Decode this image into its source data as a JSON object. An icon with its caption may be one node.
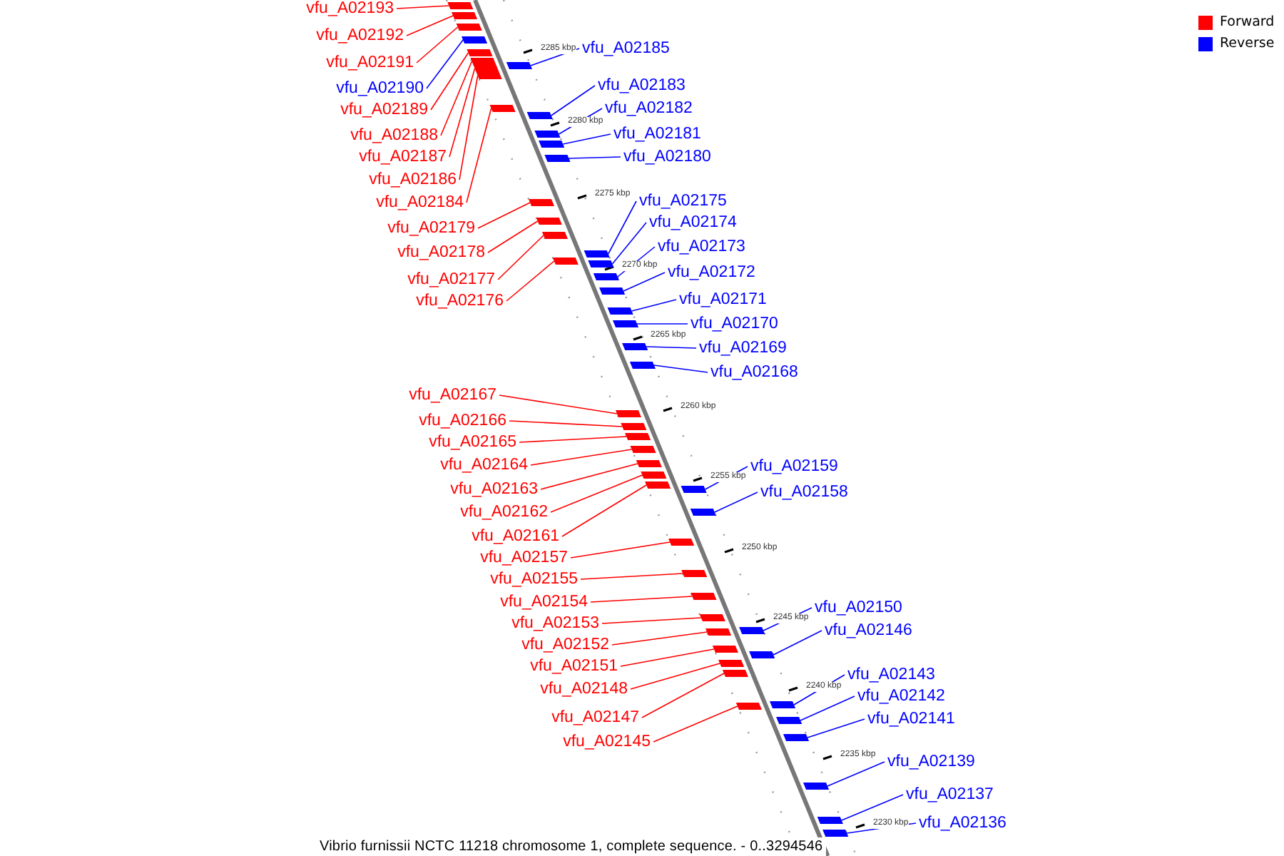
{
  "diagram": {
    "caption": "Vibrio furnissii NCTC 11218 chromosome 1, complete sequence. - 0..3294546",
    "nodes": [
      {
        "text": [
          "vfu_A02193"
        ]
      },
      {
        "text": [
          "vfu_A02192"
        ]
      },
      {
        "text": [
          "vfu_A02191"
        ]
      },
      {
        "text": [
          "vfu_A02190"
        ]
      },
      {
        "text": [
          "vfu_A02189"
        ]
      },
      {
        "text": [
          "vfu_A02188"
        ]
      },
      {
        "text": [
          "vfu_A02187"
        ]
      },
      {
        "text": [
          "vfu_A02186"
        ]
      },
      {
        "text": [
          "vfu_A02184"
        ]
      },
      {
        "text": [
          "vfu_A02179"
        ]
      },
      {
        "text": [
          "vfu_A02178"
        ]
      },
      {
        "text": [
          "vfu_A02177"
        ]
      },
      {
        "text": [
          "vfu_A02176"
        ]
      },
      {
        "text": [
          "vfu_A02167"
        ]
      },
      {
        "text": [
          "vfu_A02166"
        ]
      },
      {
        "text": [
          "vfu_A02165"
        ]
      },
      {
        "text": [
          "vfu_A02164"
        ]
      },
      {
        "text": [
          "vfu_A02163"
        ]
      },
      {
        "text": [
          "vfu_A02162"
        ]
      },
      {
        "text": [
          "vfu_A02161"
        ]
      },
      {
        "text": [
          "vfu_A02157"
        ]
      },
      {
        "text": [
          "vfu_A02155"
        ]
      },
      {
        "text": [
          "vfu_A02154"
        ]
      },
      {
        "text": [
          "vfu_A02153"
        ]
      },
      {
        "text": [
          "vfu_A02152"
        ]
      },
      {
        "text": [
          "vfu_A02151"
        ]
      },
      {
        "text": [
          "vfu_A02148"
        ]
      },
      {
        "text": [
          "vfu_A02147"
        ]
      },
      {
        "text": [
          "vfu_A02145"
        ]
      },
      {
        "text": [
          "vfu_A02185"
        ]
      },
      {
        "text": [
          "vfu_A02183"
        ]
      },
      {
        "text": [
          "vfu_A02182"
        ]
      },
      {
        "text": [
          "vfu_A02181"
        ]
      },
      {
        "text": [
          "vfu_A02180"
        ]
      },
      {
        "text": [
          "vfu_A02175"
        ]
      },
      {
        "text": [
          "vfu_A02174"
        ]
      },
      {
        "text": [
          "vfu_A02173"
        ]
      },
      {
        "text": [
          "vfu_A02172"
        ]
      },
      {
        "text": [
          "vfu_A02171"
        ]
      },
      {
        "text": [
          "vfu_A02170"
        ]
      },
      {
        "text": [
          "vfu_A02169"
        ]
      },
      {
        "text": [
          "vfu_A02168"
        ]
      },
      {
        "text": [
          "vfu_A02159"
        ]
      },
      {
        "text": [
          "vfu_A02158"
        ]
      },
      {
        "text": [
          "vfu_A02150"
        ]
      },
      {
        "text": [
          "vfu_A02146"
        ]
      },
      {
        "text": [
          "vfu_A02143"
        ]
      },
      {
        "text": [
          "vfu_A02142"
        ]
      },
      {
        "text": [
          "vfu_A02141"
        ]
      },
      {
        "text": [
          "vfu_A02139"
        ]
      },
      {
        "text": [
          "vfu_A02137"
        ]
      },
      {
        "text": [
          "vfu_A02136"
        ]
      },
      {
        "text": [],
        "shape": "box"
      },
      {
        "text": [],
        "shape": "box"
      },
      {
        "text": [],
        "shape": "box"
      },
      {
        "text": [],
        "shape": "box"
      },
      {
        "text": [],
        "shape": "box"
      },
      {
        "text": [],
        "shape": "box"
      },
      {
        "text": [],
        "shape": "box"
      },
      {
        "text": [],
        "shape": "box"
      },
      {
        "text": [],
        "shape": "box"
      },
      {
        "text": [],
        "shape": "box"
      },
      {
        "text": [],
        "shape": "box"
      },
      {
        "text": [],
        "shape": "box"
      },
      {
        "text": [],
        "shape": "box"
      },
      {
        "text": [],
        "shape": "box"
      },
      {
        "text": [],
        "shape": "box"
      },
      {
        "text": [],
        "shape": "box"
      },
      {
        "text": [],
        "shape": "box"
      },
      {
        "text": [],
        "shape": "box"
      },
      {
        "text": [],
        "shape": "box"
      },
      {
        "text": [],
        "shape": "box"
      },
      {
        "text": [],
        "shape": "box"
      },
      {
        "text": [],
        "shape": "box"
      },
      {
        "text": [],
        "shape": "box"
      },
      {
        "text": [],
        "shape": "box"
      },
      {
        "text": [],
        "shape": "box"
      },
      {
        "text": [],
        "shape": "box"
      },
      {
        "text": [],
        "shape": "box"
      },
      {
        "text": [],
        "shape": "box"
      },
      {
        "text": [],
        "shape": "box"
      },
      {
        "text": [],
        "shape": "box"
      },
      {
        "text": [],
        "shape": "box"
      },
      {
        "text": [],
        "shape": "box"
      },
      {
        "text": [],
        "shape": "box"
      },
      {
        "text": [],
        "shape": "box"
      },
      {
        "text": [],
        "shape": "box"
      },
      {
        "text": [],
        "shape": "box"
      },
      {
        "text": [],
        "shape": "box"
      },
      {
        "text": [],
        "shape": "box"
      },
      {
        "text": [],
        "shape": "box"
      },
      {
        "text": [],
        "shape": "box"
      },
      {
        "text": [],
        "shape": "box"
      },
      {
        "text": [],
        "shape": "box"
      },
      {
        "text": [],
        "shape": "box"
      },
      {
        "text": [],
        "shape": "box"
      },
      {
        "text": [],
        "shape": "box"
      },
      {
        "text": [],
        "shape": "box"
      },
      {
        "text": [],
        "shape": "box"
      },
      {
        "text": [],
        "shape": "box"
      },
      {
        "text": [],
        "shape": "box"
      },
      {
        "text": [],
        "shape": "box"
      },
      {
        "text": [],
        "shape": "box"
      },
      {
        "text": [],
        "shape": "box"
      }
    ],
    "edges": [
      {
        "from": 0,
        "to": 52,
        "arrow": "none"
      },
      {
        "from": 1,
        "to": 53,
        "arrow": "none"
      },
      {
        "from": 2,
        "to": 54,
        "arrow": "none"
      },
      {
        "from": 3,
        "to": 55,
        "arrow": "none",
        "color": "#0000ff"
      },
      {
        "from": 4,
        "to": 56,
        "arrow": "none"
      },
      {
        "from": 5,
        "to": 57,
        "arrow": "none"
      },
      {
        "from": 6,
        "to": 58,
        "arrow": "none"
      },
      {
        "from": 7,
        "to": 59,
        "arrow": "none"
      },
      {
        "from": 8,
        "to": 60,
        "arrow": "none"
      },
      {
        "from": 9,
        "to": 61,
        "arrow": "none"
      },
      {
        "from": 10,
        "to": 62,
        "arrow": "none"
      },
      {
        "from": 11,
        "to": 63,
        "arrow": "none"
      },
      {
        "from": 12,
        "to": 64,
        "arrow": "none"
      },
      {
        "from": 13,
        "to": 65,
        "arrow": "none"
      },
      {
        "from": 14,
        "to": 66,
        "arrow": "none"
      },
      {
        "from": 15,
        "to": 67,
        "arrow": "none"
      },
      {
        "from": 16,
        "to": 68,
        "arrow": "none"
      },
      {
        "from": 17,
        "to": 69,
        "arrow": "none"
      },
      {
        "from": 18,
        "to": 70,
        "arrow": "none"
      },
      {
        "from": 19,
        "to": 71,
        "arrow": "none"
      },
      {
        "from": 20,
        "to": 72,
        "arrow": "none"
      },
      {
        "from": 21,
        "to": 73,
        "arrow": "none"
      },
      {
        "from": 22,
        "to": 74,
        "arrow": "none"
      },
      {
        "from": 23,
        "to": 75,
        "arrow": "none"
      },
      {
        "from": 24,
        "to": 76,
        "arrow": "none"
      },
      {
        "from": 25,
        "to": 77,
        "arrow": "none"
      },
      {
        "from": 26,
        "to": 78,
        "arrow": "none"
      },
      {
        "from": 27,
        "to": 79,
        "arrow": "none"
      },
      {
        "from": 28,
        "to": 80,
        "arrow": "none"
      },
      {
        "from": 29,
        "to": 81,
        "arrow": "none",
        "color": "#0000ff"
      },
      {
        "from": 30,
        "to": 82,
        "arrow": "none",
        "color": "#0000ff"
      },
      {
        "from": 31,
        "to": 83,
        "arrow": "none",
        "color": "#0000ff"
      },
      {
        "from": 32,
        "to": 84,
        "arrow": "none",
        "color": "#0000ff"
      },
      {
        "from": 33,
        "to": 85,
        "arrow": "none",
        "color": "#0000ff"
      },
      {
        "from": 34,
        "to": 86,
        "arrow": "none",
        "color": "#0000ff"
      },
      {
        "from": 35,
        "to": 87,
        "arrow": "none",
        "color": "#0000ff"
      },
      {
        "from": 36,
        "to": 88,
        "arrow": "none",
        "color": "#0000ff"
      },
      {
        "from": 37,
        "to": 89,
        "arrow": "none",
        "color": "#0000ff"
      },
      {
        "from": 38,
        "to": 90,
        "arrow": "none",
        "color": "#0000ff"
      },
      {
        "from": 39,
        "to": 91,
        "arrow": "none",
        "color": "#0000ff"
      },
      {
        "from": 40,
        "to": 92,
        "arrow": "none",
        "color": "#0000ff"
      },
      {
        "from": 41,
        "to": 93,
        "arrow": "none",
        "color": "#0000ff"
      },
      {
        "from": 42,
        "to": 94,
        "arrow": "none",
        "color": "#0000ff"
      },
      {
        "from": 43,
        "to": 95,
        "arrow": "none",
        "color": "#0000ff"
      },
      {
        "from": 44,
        "to": 96,
        "arrow": "none",
        "color": "#0000ff"
      },
      {
        "from": 45,
        "to": 97,
        "arrow": "none",
        "color": "#0000ff"
      },
      {
        "from": 46,
        "to": 98,
        "arrow": "none",
        "color": "#0000ff"
      },
      {
        "from": 47,
        "to": 99,
        "arrow": "none",
        "color": "#0000ff"
      },
      {
        "from": 48,
        "to": 100,
        "arrow": "none",
        "color": "#0000ff"
      },
      {
        "from": 49,
        "to": 101,
        "arrow": "none",
        "color": "#0000ff"
      },
      {
        "from": 50,
        "to": 102,
        "arrow": "none",
        "color": "#0000ff"
      },
      {
        "from": 51,
        "to": 103,
        "arrow": "none",
        "color": "#0000ff"
      }
    ],
    "labels": [
      "2285 kbp",
      "2280 kbp",
      "2275 kbp",
      "2270 kbp",
      "2265 kbp",
      "2260 kbp",
      "2255 kbp",
      "2250 kbp",
      "2245 kbp",
      "2240 kbp",
      "2235 kbp",
      "2230 kbp"
    ],
    "legend": [
      {
        "text": "Forward",
        "color": "#ff0000"
      },
      {
        "text": "Reverse",
        "color": "#0000ff"
      }
    ]
  }
}
